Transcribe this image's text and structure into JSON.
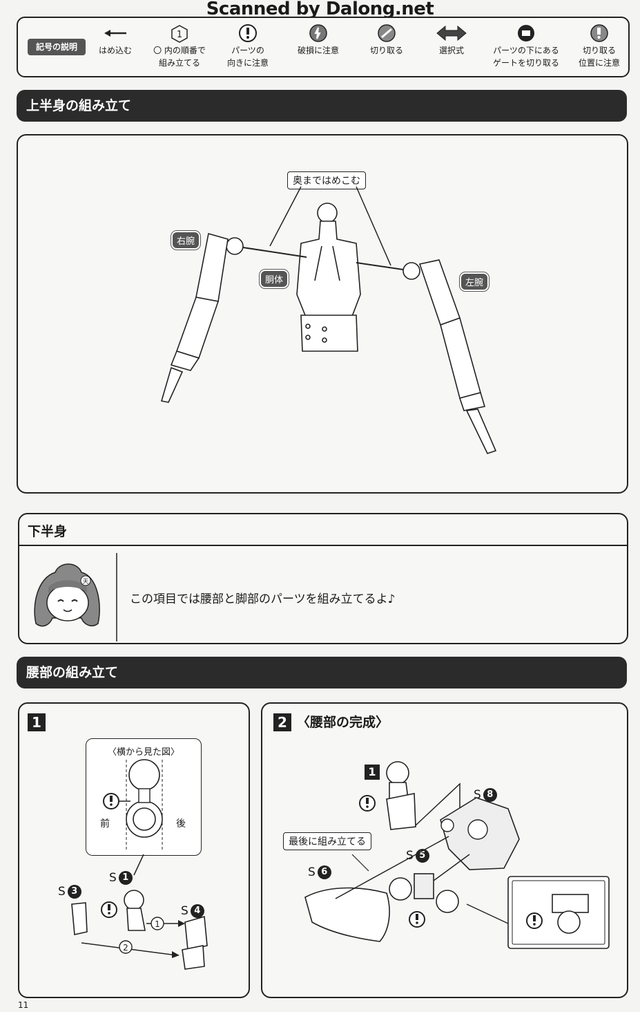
{
  "watermark": "Scanned by Dalong.net",
  "legend": {
    "title": "記号の説明",
    "items": [
      {
        "icon": "arrow-left-icon",
        "line1": "はめ込む",
        "line2": ""
      },
      {
        "icon": "circled-number-icon",
        "line1": "〇 内の順番で",
        "line2": "組み立てる"
      },
      {
        "icon": "exclamation-icon",
        "line1": "パーツの",
        "line2": "向きに注意"
      },
      {
        "icon": "damage-icon",
        "line1": "破損に注意",
        "line2": ""
      },
      {
        "icon": "cut-icon",
        "line1": "切り取る",
        "line2": ""
      },
      {
        "icon": "choice-arrow-icon",
        "line1": "選択式",
        "line2": ""
      },
      {
        "icon": "gate-cut-icon",
        "line1": "パーツの下にある",
        "line2": "ゲートを切り取る"
      },
      {
        "icon": "cut-position-icon",
        "line1": "切り取る",
        "line2": "位置に注意"
      }
    ],
    "circled_number": "1"
  },
  "upper_body": {
    "heading": "上半身の組み立て",
    "callout": "奥まではめこむ",
    "right_arm": "右腕",
    "torso": "胴体",
    "left_arm": "左腕"
  },
  "lower_body": {
    "heading": "下半身",
    "note": "この項目では腰部と脚部のパーツを組み立てるよ♪",
    "badge": "天"
  },
  "waist": {
    "heading": "腰部の組み立て",
    "step1": {
      "number": "1",
      "side_view_title": "〈横から見た図〉",
      "front": "前",
      "back": "後",
      "parts": [
        {
          "prefix": "S",
          "num": "1"
        },
        {
          "prefix": "S",
          "num": "3"
        },
        {
          "prefix": "S",
          "num": "4"
        }
      ],
      "order1": "1",
      "order2": "2"
    },
    "step2": {
      "number": "2",
      "title": "〈腰部の完成〉",
      "ref_step": "1",
      "last_label": "最後に組み立てる",
      "parts": [
        {
          "prefix": "S",
          "num": "8"
        },
        {
          "prefix": "S",
          "num": "5"
        },
        {
          "prefix": "S",
          "num": "6"
        }
      ]
    }
  },
  "page_number": "11"
}
